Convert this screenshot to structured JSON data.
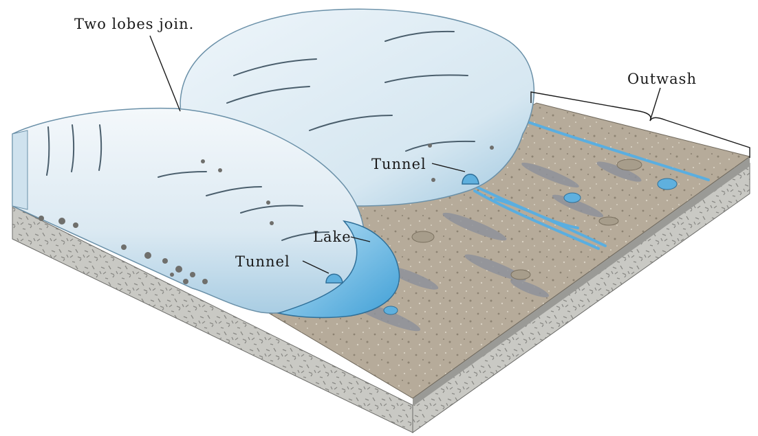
{
  "labels": {
    "lobes_join": "Two lobes join.",
    "outwash": "Outwash",
    "tunnel_upper": "Tunnel",
    "lake": "Lake",
    "tunnel_lower": "Tunnel"
  }
}
